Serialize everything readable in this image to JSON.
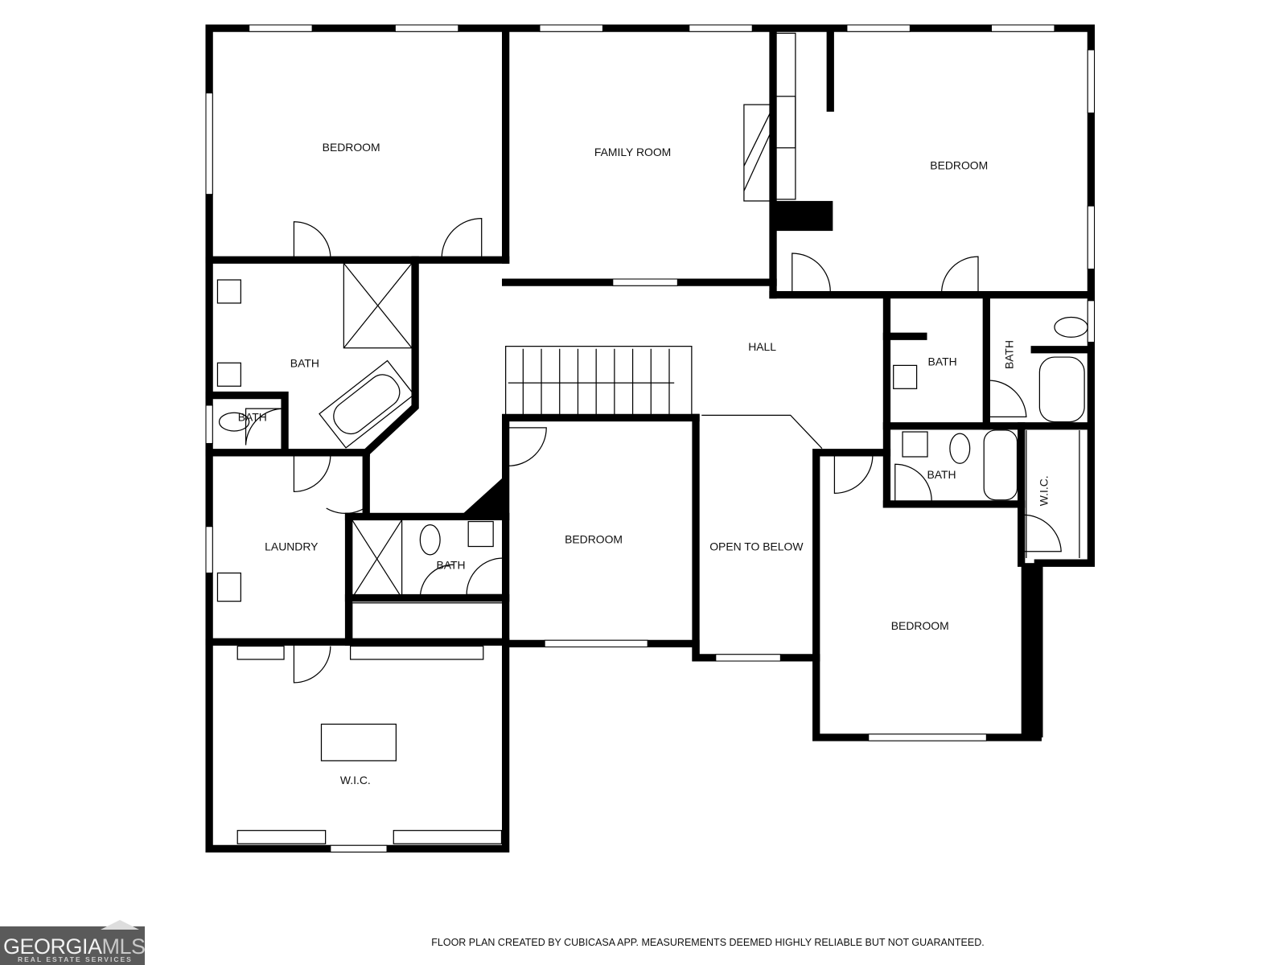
{
  "rooms": {
    "bedroom_nw": "BEDROOM",
    "family_room": "FAMILY ROOM",
    "bedroom_ne": "BEDROOM",
    "master_bath": "BATH",
    "small_bath": "BATH",
    "hall": "HALL",
    "bath_e1": "BATH",
    "bath_e2": "BATH",
    "bath_e3": "BATH",
    "wic_e": "W.I.C.",
    "laundry": "LAUNDRY",
    "bath_center": "BATH",
    "bedroom_center": "BEDROOM",
    "open_to_below": "OPEN TO BELOW",
    "bedroom_se": "BEDROOM",
    "wic_sw": "W.I.C."
  },
  "footer": {
    "disclaimer": "FLOOR PLAN CREATED BY CUBICASA APP. MEASUREMENTS DEEMED HIGHLY RELIABLE BUT NOT GUARANTEED."
  },
  "logo": {
    "name_part1": "GEORGIA",
    "name_part2": "MLS",
    "tagline": "REAL ESTATE SERVICES"
  }
}
